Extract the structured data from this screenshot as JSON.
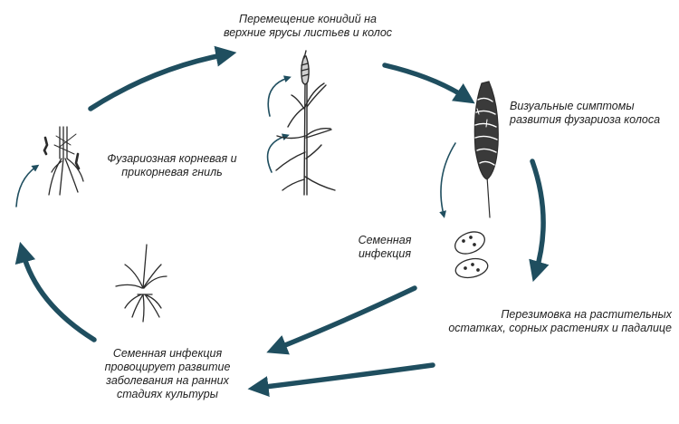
{
  "labels": {
    "conidia_spread": "Перемещение конидий на\nверхние ярусы листьев и колос",
    "ear_symptoms": "Визуальные симптомы\nразвития фузариоза колоса",
    "root_rot": "Фузариозная корневая и\nприкорневая гниль",
    "seed_infection": "Семенная\nинфекция",
    "overwintering": "Перезимовка на растительных\nостатках, сорных растениях и падалице",
    "early_disease": "Семенная инфекция\nпровоцирует развитие\nзаболевания на ранних\nстадиях культуры"
  },
  "colors": {
    "cycle_arrow": "#1f4e5f",
    "line_art": "#2b2b2b",
    "text": "#222222"
  },
  "icons": [
    "wheat-plant-icon",
    "wheat-ear-icon",
    "seeds-icon",
    "root-icon",
    "seedling-icon"
  ]
}
